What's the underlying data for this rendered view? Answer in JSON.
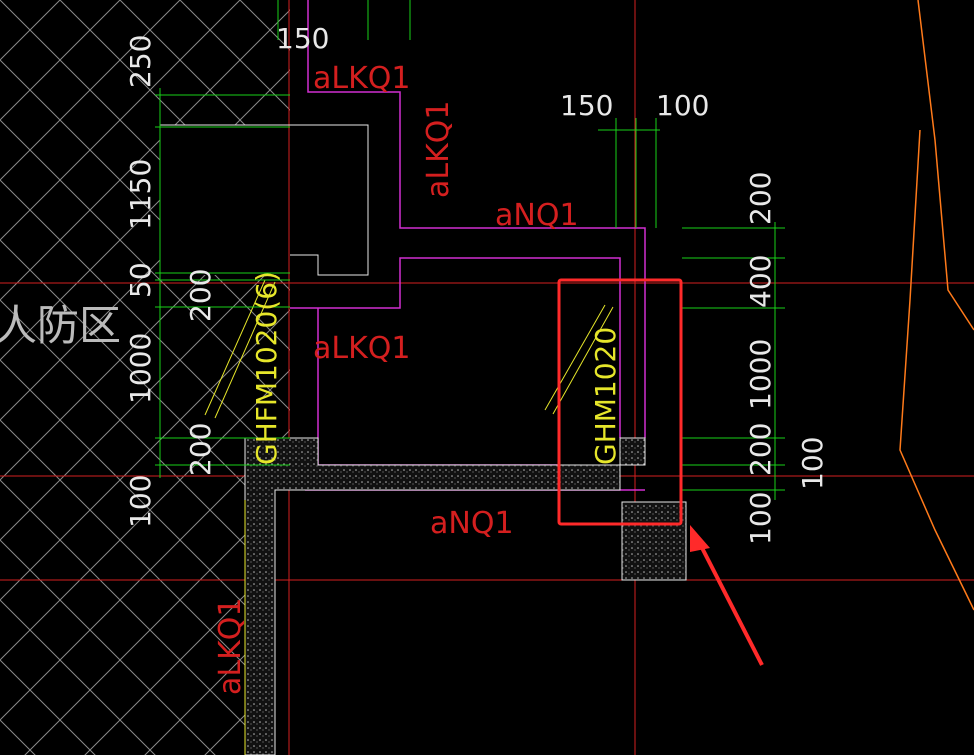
{
  "palette": {
    "background": "#000000",
    "hatch": "#8a8a8a",
    "grid_red": "#d41f1f",
    "dim_green": "#19d019",
    "wall_magenta": "#d12fd1",
    "door_yellow": "#e6e62a",
    "highlight_red": "#ff2a2a",
    "orange_line": "#ff7a1a",
    "white_line": "#e8e8e8",
    "dim_text": "#e8e8e8"
  },
  "drawing": {
    "zone_label": "人防区",
    "wall_labels": {
      "alkq1_top": "aLKQ1",
      "alkq1_vertical": "aLKQ1",
      "anq1_upper": "aNQ1",
      "alkq1_mid": "aLKQ1",
      "anq1_lower": "aNQ1",
      "alkq1_bottom": "aLKQ1"
    },
    "door_labels": {
      "left_door": "GHFM1020(6)",
      "right_door": "GHM1020"
    },
    "dimensions": {
      "left_250": "250",
      "left_1150": "1150",
      "left_50": "50",
      "left_200a": "200",
      "left_1000": "1000",
      "left_200b": "200",
      "left_100": "100",
      "top_150_a": "150",
      "top_150_b": "150",
      "top_100": "100",
      "right_200a": "200",
      "right_400": "400",
      "right_1000": "1000",
      "right_200b": "200",
      "right_100a": "100",
      "right_100b": "100"
    },
    "annotations": {
      "highlight_box": "highlighted-door-area",
      "arrow": "pointer-arrow"
    }
  }
}
